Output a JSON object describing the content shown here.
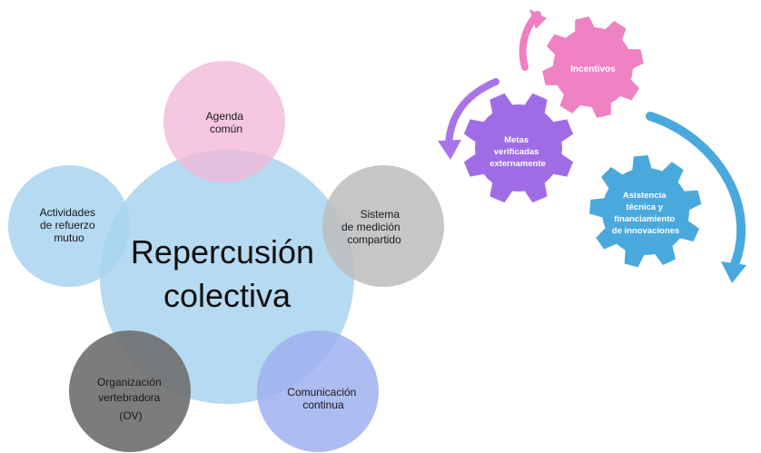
{
  "center": {
    "line1": "Repercusión",
    "line2": "colectiva",
    "color": "#a8d3ef"
  },
  "conditions": {
    "agenda": {
      "line1": "Agenda",
      "line2": "común",
      "color": "#f2b7d9"
    },
    "measurement": {
      "line1": "Sistema",
      "line2": "de medición",
      "line3": "compartido",
      "color": "#bcbcbc"
    },
    "communication": {
      "line1": "Comunicación",
      "line2": "continua",
      "color": "#9fb0ee"
    },
    "backbone": {
      "line1": "Organización",
      "line2": "vertebradora",
      "line3": "(OV)",
      "color": "#6e6e6e"
    },
    "reinforcing": {
      "line1": "Actividades",
      "line2": "de refuerzo",
      "line3": "mutuo",
      "color": "#a8d3ef"
    }
  },
  "cycle": {
    "incentives": {
      "label": "Incentivos",
      "color": "#ee82c2"
    },
    "goals": {
      "line1": "Metas",
      "line2": "verificadas",
      "line3": "externamente",
      "color": "#a06ce6"
    },
    "assistance": {
      "line1": "Asistencia",
      "line2": "técnica y",
      "line3": "financiamiento",
      "line4": "de innovaciones",
      "color": "#4aa9dc"
    }
  },
  "colors": {
    "pink_arrow": "#ef7fc2",
    "purple_arrow": "#a974ea",
    "blue_arrow": "#4aa9dc"
  }
}
